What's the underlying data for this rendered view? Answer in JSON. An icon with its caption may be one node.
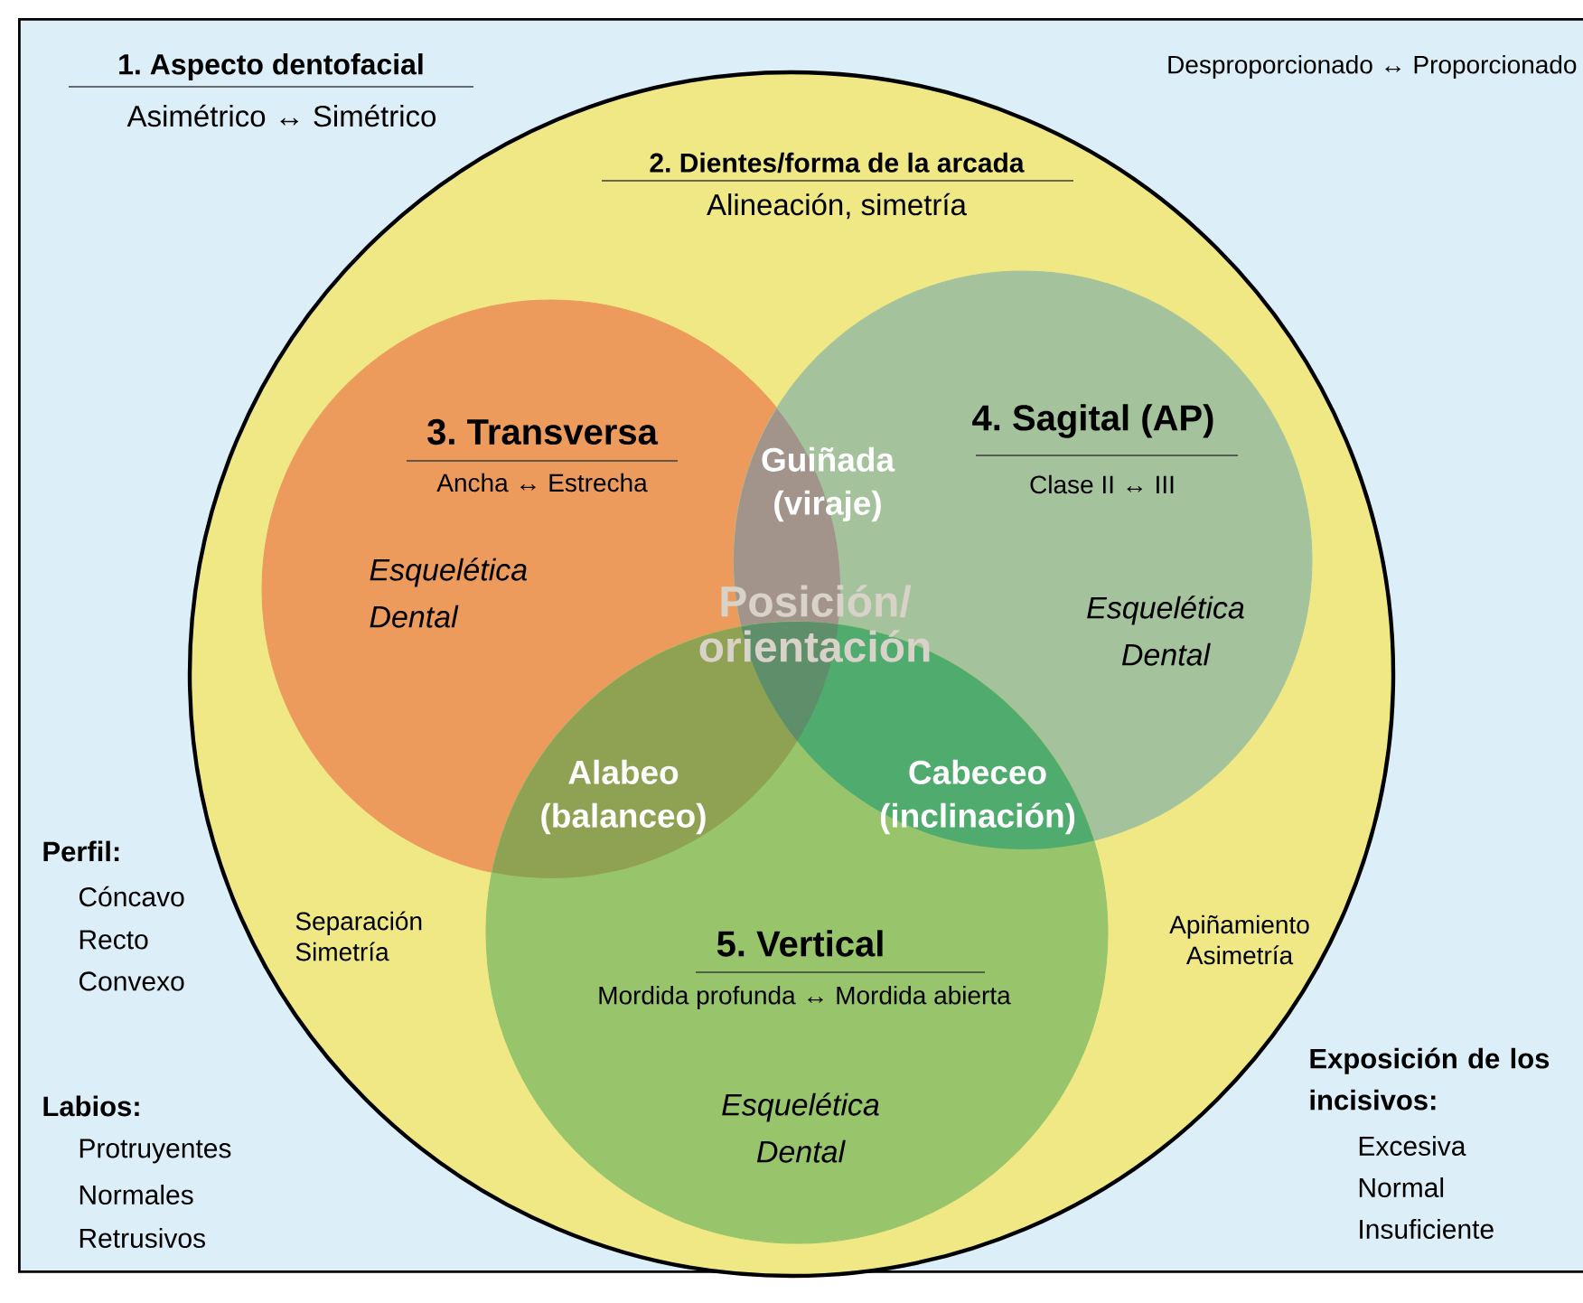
{
  "diagram": {
    "nodes": [
      {
        "text": [
          "1. Aspecto dentofacial",
          "Asimétrico ↔ Simétrico"
        ]
      },
      {
        "text": [
          "2. Dientes/forma de la arcada",
          "Alineación, simetría"
        ],
        "in": 0
      },
      {
        "text": [
          "3. Transversa",
          "Ancha ↔ Estrecha",
          "Esquelética Dental"
        ],
        "in": 1
      },
      {
        "text": [
          "4. Sagital (AP)",
          "Clase II ↔ III",
          "Esquelética Dental"
        ],
        "in": 1
      },
      {
        "text": [
          "5. Vertical",
          "Mordida profunda ↔ Mordida abierta",
          "Esquelética Dental"
        ],
        "in": 1
      }
    ],
    "labels": [
      "Desproporcionado ↔ Proporcionado",
      "Guiñada (viraje)",
      "Posición/ orientación",
      "Alabeo (balanceo)",
      "Cabeceo (inclinación)",
      "Separación Simetría",
      "Apiñamiento Asimetría",
      "Perfil:",
      "Cóncavo",
      "Recto",
      "Convexo",
      "Labios:",
      "Protruyentes",
      "Normales",
      "Retrusivos",
      "Exposición de los incisivos:",
      "Excesiva",
      "Normal",
      "Insuficiente"
    ]
  }
}
